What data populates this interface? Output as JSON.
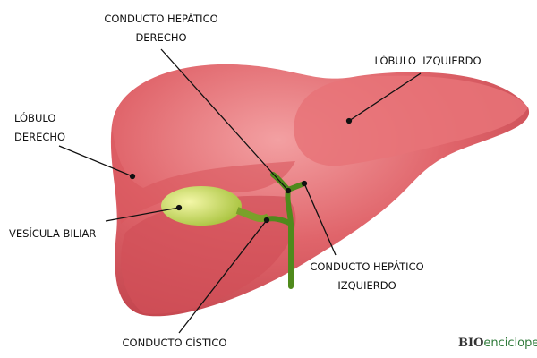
{
  "labels": {
    "right_hepatic_duct": [
      "CONDUCTO HEPÁTICO",
      "DERECHO"
    ],
    "left_lobe": "LÓBULO  IZQUIERDO",
    "right_lobe": [
      "LÓBULO",
      "DERECHO"
    ],
    "gallbladder": "VESÍCULA BILIAR",
    "left_hepatic_duct": [
      "CONDUCTO HEPÁTICO",
      "IZQUIERDO"
    ],
    "cystic_duct": "CONDUCTO CÍSTICO"
  },
  "logo": {
    "prefix": "BIO",
    "suffix": "enciclopedia"
  },
  "colors": {
    "liver": "#e0656b",
    "liver_dark": "#c2444d",
    "gallbladder": "#c8dc5a",
    "duct": "#4f8a1c"
  }
}
